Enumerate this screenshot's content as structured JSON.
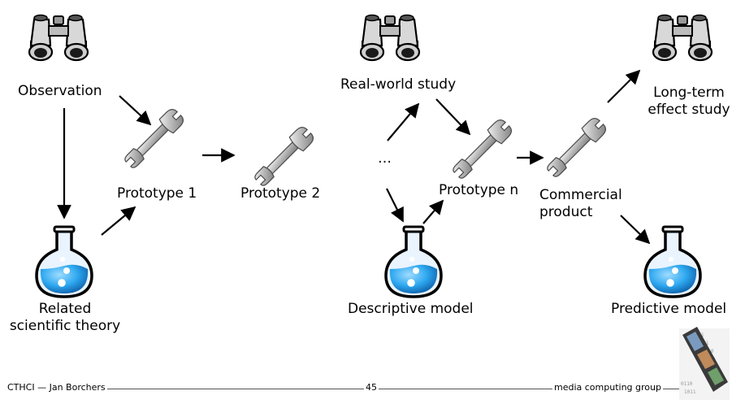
{
  "nodes": {
    "observation": "Observation",
    "related_theory": "Related\nscientific theory",
    "prototype_1": "Prototype 1",
    "prototype_2": "Prototype 2",
    "ellipsis": "…",
    "real_world_study": "Real-world study",
    "prototype_n": "Prototype n",
    "descriptive_model": "Descriptive model",
    "commercial_product": "Commercial\nproduct",
    "long_term_study": "Long-term\neffect study",
    "predictive_model": "Predictive model"
  },
  "icons": {
    "observation_methods": "binoculars-icon",
    "prototypes": "wrench-icon",
    "theories_models": "flask-icon"
  },
  "footer": {
    "left": "CTHCI — Jan Borchers",
    "page": "45",
    "right": "media computing group"
  },
  "colors": {
    "flask_liquid": "#2ea8f0",
    "wrench": "#a9a9a9",
    "arrow": "#000000"
  }
}
